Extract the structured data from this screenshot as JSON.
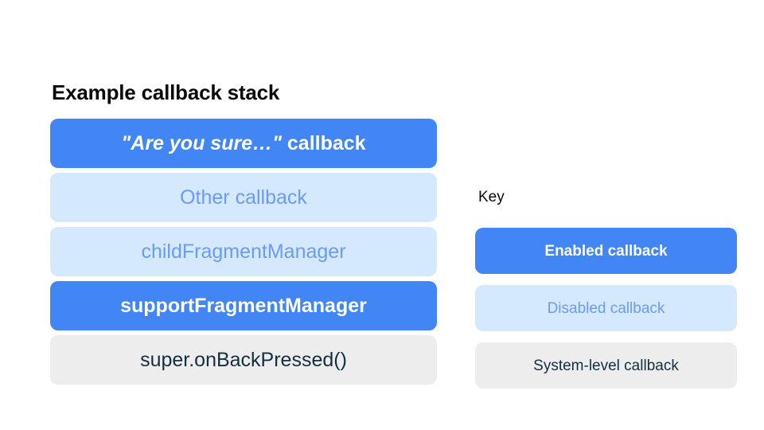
{
  "palette": {
    "background": "#ffffff",
    "enabled_fill": "#4285F4",
    "enabled_text": "#ffffff",
    "disabled_fill": "#D4E9FD",
    "disabled_text": "#6C9BF5",
    "system_fill": "#EDEDED",
    "system_text": "#14303F",
    "heading_text": "#0a0a0a"
  },
  "stack": {
    "title": "Example callback stack",
    "items": [
      {
        "label": "\"Are you sure…\" callback",
        "quoted_part": "\"Are you sure…\"",
        "tail_part": " callback",
        "state": "enabled"
      },
      {
        "label": "Other callback",
        "state": "disabled"
      },
      {
        "label": "childFragmentManager",
        "state": "disabled"
      },
      {
        "label": "supportFragmentManager",
        "state": "enabled"
      },
      {
        "label": "super.onBackPressed()",
        "state": "system"
      }
    ]
  },
  "key": {
    "title": "Key",
    "items": [
      {
        "label": "Enabled callback",
        "state": "enabled"
      },
      {
        "label": "Disabled callback",
        "state": "disabled"
      },
      {
        "label": "System-level callback",
        "state": "system"
      }
    ]
  }
}
